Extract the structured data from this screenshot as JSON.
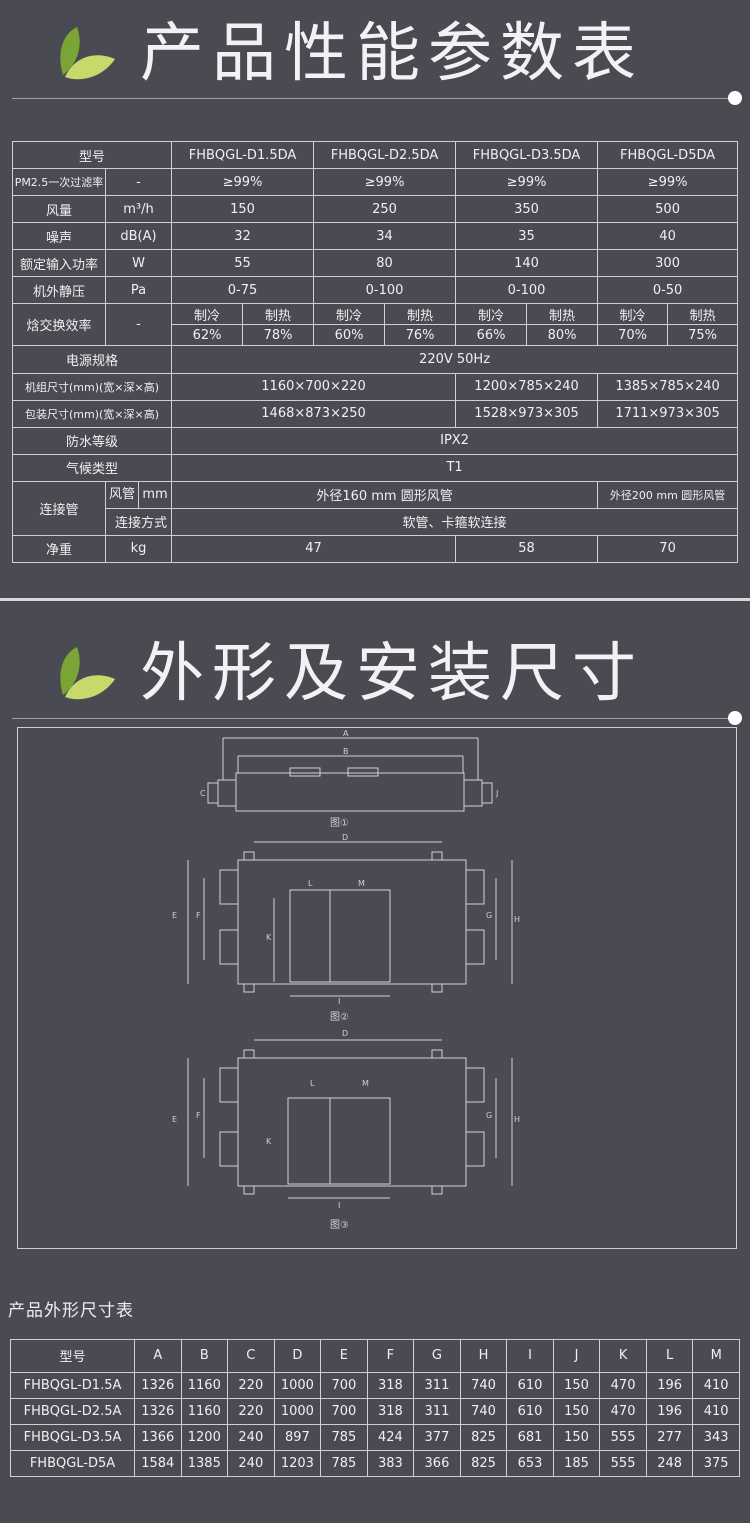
{
  "section1": {
    "title": "产品性能参数表"
  },
  "section2": {
    "title": "外形及安装尺寸"
  },
  "spec": {
    "h_model": "型号",
    "models": [
      "FHBQGL-D1.5DA",
      "FHBQGL-D2.5DA",
      "FHBQGL-D3.5DA",
      "FHBQGL-D5DA"
    ],
    "filter": {
      "label": "PM2.5一次过滤率",
      "unit": "-",
      "values": [
        "≥99%",
        "≥99%",
        "≥99%",
        "≥99%"
      ]
    },
    "airflow": {
      "label": "风量",
      "unit": "m³/h",
      "values": [
        "150",
        "250",
        "350",
        "500"
      ]
    },
    "noise": {
      "label": "噪声",
      "unit": "dB(A)",
      "values": [
        "32",
        "34",
        "35",
        "40"
      ]
    },
    "power": {
      "label": "额定输入功率",
      "unit": "W",
      "values": [
        "55",
        "80",
        "140",
        "300"
      ]
    },
    "pressure": {
      "label": "机外静压",
      "unit": "Pa",
      "values": [
        "0-75",
        "0-100",
        "0-100",
        "0-50"
      ]
    },
    "enthalpy": {
      "label": "焓交换效率",
      "unit": "-",
      "cool": "制冷",
      "heat": "制热",
      "values": [
        "62%",
        "78%",
        "60%",
        "76%",
        "66%",
        "80%",
        "70%",
        "75%"
      ]
    },
    "supply": {
      "label": "电源规格",
      "value": "220V 50Hz"
    },
    "unit_size": {
      "label": "机组尺寸(mm)(宽×深×高)",
      "values": [
        "1160×700×220",
        "1200×785×240",
        "1385×785×240"
      ]
    },
    "pack_size": {
      "label": "包装尺寸(mm)(宽×深×高)",
      "values": [
        "1468×873×250",
        "1528×973×305",
        "1711×973×305"
      ]
    },
    "waterproof": {
      "label": "防水等级",
      "value": "IPX2"
    },
    "climate": {
      "label": "气候类型",
      "value": "T1"
    },
    "pipe": {
      "label": "连接管",
      "duct": "风管",
      "duct_unit": "mm",
      "duct_values": [
        "外径160 mm 圆形风管",
        "外径200 mm 圆形风管"
      ],
      "method": "连接方式",
      "method_value": "软管、卡箍软连接"
    },
    "weight": {
      "label": "净重",
      "unit": "kg",
      "values": [
        "47",
        "58",
        "70"
      ]
    }
  },
  "drawing": {
    "fig1": "图①",
    "fig2": "图②",
    "fig3": "图③",
    "letters": [
      "A",
      "B",
      "C",
      "D",
      "E",
      "F",
      "G",
      "H",
      "I",
      "J",
      "K",
      "L",
      "M"
    ]
  },
  "dims": {
    "title": "产品外形尺寸表",
    "headers": [
      "型号",
      "A",
      "B",
      "C",
      "D",
      "E",
      "F",
      "G",
      "H",
      "I",
      "J",
      "K",
      "L",
      "M"
    ],
    "rows": [
      [
        "FHBQGL-D1.5A",
        "1326",
        "1160",
        "220",
        "1000",
        "700",
        "318",
        "311",
        "740",
        "610",
        "150",
        "470",
        "196",
        "410"
      ],
      [
        "FHBQGL-D2.5A",
        "1326",
        "1160",
        "220",
        "1000",
        "700",
        "318",
        "311",
        "740",
        "610",
        "150",
        "470",
        "196",
        "410"
      ],
      [
        "FHBQGL-D3.5A",
        "1366",
        "1200",
        "240",
        "897",
        "785",
        "424",
        "377",
        "825",
        "681",
        "150",
        "555",
        "277",
        "343"
      ],
      [
        "FHBQGL-D5A",
        "1584",
        "1385",
        "240",
        "1203",
        "785",
        "383",
        "366",
        "825",
        "653",
        "185",
        "555",
        "248",
        "375"
      ]
    ]
  },
  "colors": {
    "background": "#4a4b52",
    "line": "#cfd0d4",
    "leaf_light": "#c6d96a",
    "leaf_dark": "#7aa534"
  },
  "icons": [
    "leaf-icon"
  ]
}
